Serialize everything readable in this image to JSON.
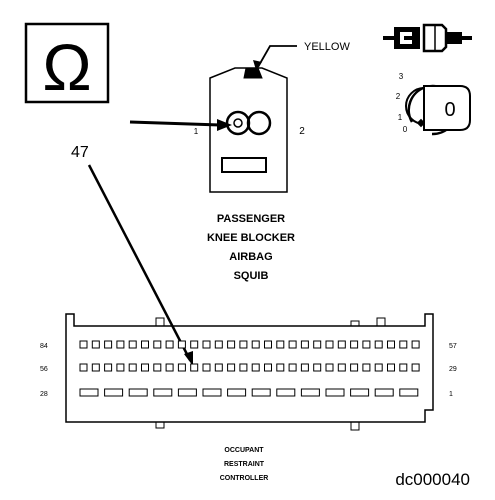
{
  "symbol": {
    "icon": "ohm-icon",
    "glyph": "Ω"
  },
  "connector": {
    "wire_color_label": "YELLOW",
    "pin_left": "1",
    "pin_right": "2",
    "name_lines": [
      "PASSENGER",
      "KNEE BLOCKER",
      "AIRBAG",
      "SQUIB"
    ]
  },
  "key_icon": {
    "icon": "ignition-key-icon",
    "positions": [
      "3",
      "2",
      "1",
      "0"
    ],
    "key_label": "0"
  },
  "callout": "47",
  "controller": {
    "row1": {
      "left": "84",
      "right": "57"
    },
    "row2": {
      "left": "56",
      "right": "29"
    },
    "row3": {
      "left": "28",
      "right": "1"
    },
    "name_lines": [
      "OCCUPANT",
      "RESTRAINT",
      "CONTROLLER"
    ]
  },
  "figure_id": "dc000040"
}
